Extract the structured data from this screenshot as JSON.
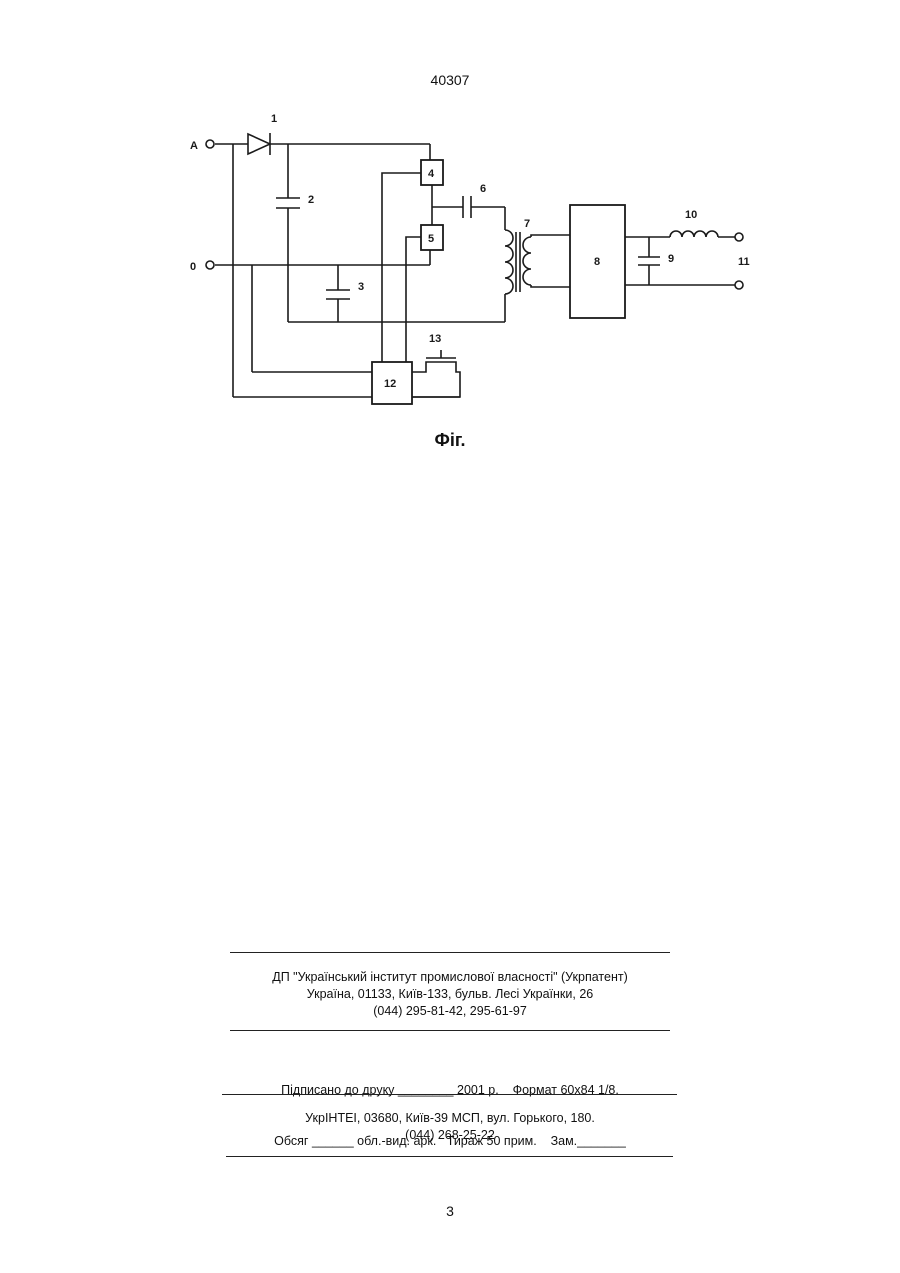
{
  "header": {
    "page_code": "40307"
  },
  "figure": {
    "terminal_a": "A",
    "terminal_0": "0",
    "labels": [
      "1",
      "2",
      "3",
      "4",
      "5",
      "6",
      "7",
      "8",
      "9",
      "10",
      "11",
      "12",
      "13"
    ],
    "caption": "Фіг."
  },
  "imprint": {
    "publisher_line1": "ДП \"Український інститут промислової власності\" (Укрпатент)",
    "publisher_line2": "Україна, 01133, Київ-133, бульв. Лесі Українки, 26",
    "publisher_line3": "(044) 295-81-42, 295-61-97",
    "print_line1": "Підписано до друку ________ 2001 р.    Формат 60х84 1/8.",
    "print_line2": "Обсяг ______ обл.-вид. арк.   Тираж 50 прим.    Зам._______",
    "printer_line1": "УкрІНТЕІ, 03680, Київ-39 МСП, вул. Горького, 180.",
    "printer_line2": "(044) 268-25-22"
  },
  "footer": {
    "page_number": "3"
  }
}
